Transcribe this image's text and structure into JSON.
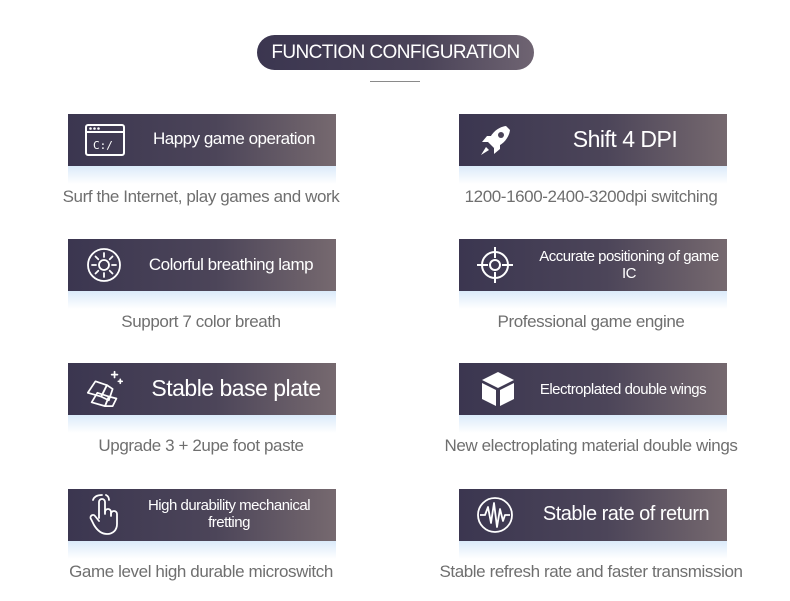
{
  "header": {
    "title": "FUNCTION CONFIGURATION"
  },
  "features": [
    {
      "title": "Happy game operation",
      "caption": "Surf the Internet, play games and work",
      "icon": "terminal-window-icon"
    },
    {
      "title": "Shift 4 DPI",
      "caption": "1200-1600-2400-3200dpi switching",
      "icon": "rocket-icon"
    },
    {
      "title": "Colorful breathing lamp",
      "caption": "Support 7 color breath",
      "icon": "sun-icon"
    },
    {
      "title": "Accurate positioning of game IC",
      "caption": "Professional game engine",
      "icon": "crosshair-icon"
    },
    {
      "title": "Stable base plate",
      "caption": "Upgrade 3 + 2upe foot paste",
      "icon": "gold-bars-icon"
    },
    {
      "title": "Electroplated double wings",
      "caption": "New electroplating material double wings",
      "icon": "cube-icon"
    },
    {
      "title": "High durability mechanical fretting",
      "caption": "Game level high durable microswitch",
      "icon": "pointing-hand-icon"
    },
    {
      "title": "Stable rate of return",
      "caption": "Stable refresh rate and faster transmission",
      "icon": "waveform-icon"
    }
  ]
}
